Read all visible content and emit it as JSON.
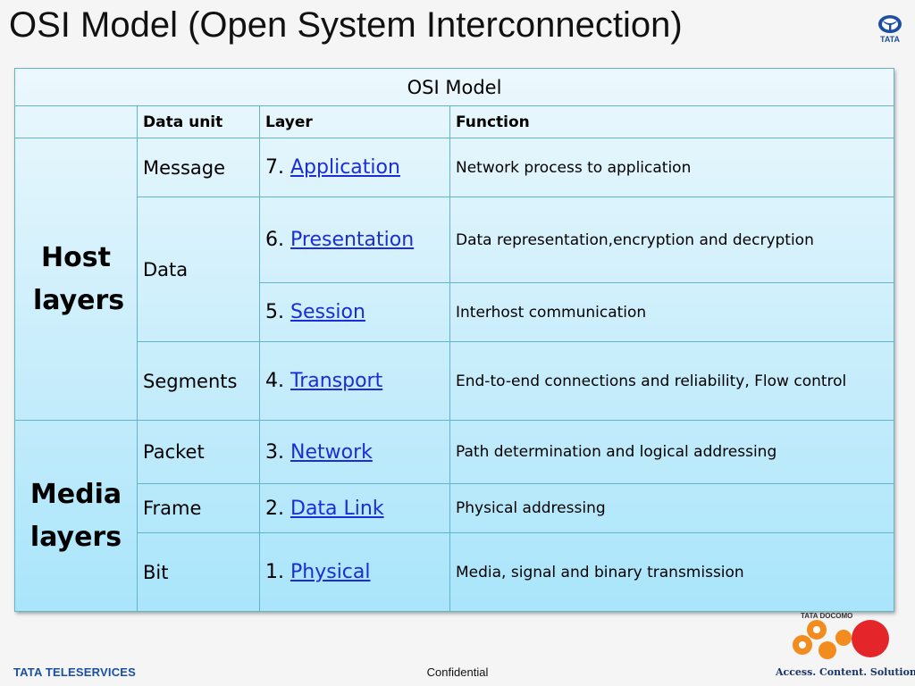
{
  "slide": {
    "title": "OSI Model (Open System Interconnection)",
    "logo_text": "TATA"
  },
  "table": {
    "caption": "OSI Model",
    "headers": [
      "",
      "Data unit",
      "Layer",
      "Function"
    ],
    "groups": [
      "Host layers",
      "Media layers"
    ],
    "units": [
      "Message",
      "Data",
      "Segments",
      "Packet",
      "Frame",
      "Bit"
    ],
    "layers": [
      {
        "num": "7.",
        "name": "Application",
        "function": "Network process to application"
      },
      {
        "num": "6.",
        "name": "Presentation",
        "function": "Data representation,encryption and decryption"
      },
      {
        "num": "5.",
        "name": "Session",
        "function": "Interhost communication"
      },
      {
        "num": "4.",
        "name": "Transport",
        "function": "End-to-end connections and reliability, Flow control"
      },
      {
        "num": "3.",
        "name": "Network",
        "function": "Path determination and logical addressing"
      },
      {
        "num": "2.",
        "name": "Data Link",
        "function": "Physical addressing"
      },
      {
        "num": "1.",
        "name": "Physical",
        "function": "Media, signal and binary transmission"
      }
    ]
  },
  "footer": {
    "brand": "TATA TELESERVICES",
    "confidential": "Confidential",
    "docomo_brand": "TATA DOCOMO",
    "tagline": "Access. Content. Solutions."
  },
  "colors": {
    "caption": "#d00000",
    "link": "#1a2dd8",
    "table_border": "#64b4c9",
    "brand_blue": "#1a4fa3",
    "docomo_orange": "#f28c1e",
    "docomo_red": "#e4262b"
  }
}
